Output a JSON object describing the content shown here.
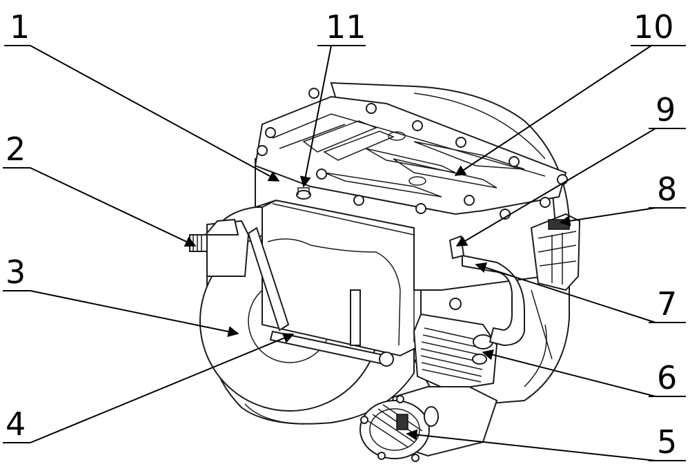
{
  "labels": {
    "l1": "1",
    "l2": "2",
    "l3": "3",
    "l4": "4",
    "l5": "5",
    "l6": "6",
    "l7": "7",
    "l8": "8",
    "l9": "9",
    "l10": "10",
    "l11": "11"
  }
}
